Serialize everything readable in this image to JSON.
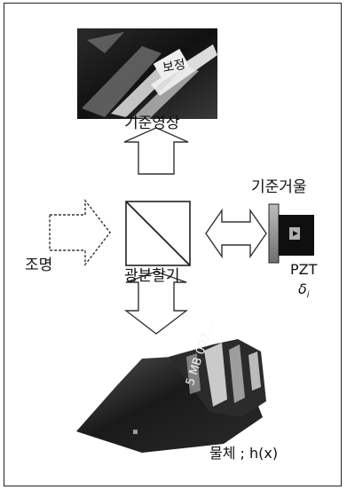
{
  "labels": {
    "reference_image": "기준영상",
    "reference_mirror": "기준거울",
    "illumination": "조명",
    "beam_splitter": "광분할기",
    "pzt": "PZT",
    "delta": "δ",
    "delta_sub": "i",
    "object": "물체 ; h(x)"
  },
  "reference_image_text": "보정",
  "object_text": "5 MB 007...",
  "colors": {
    "frame": "#222222",
    "arrow_stroke": "#333333",
    "photo_dark": "#1a1a1a",
    "photo_light": "#e8e8e8"
  }
}
